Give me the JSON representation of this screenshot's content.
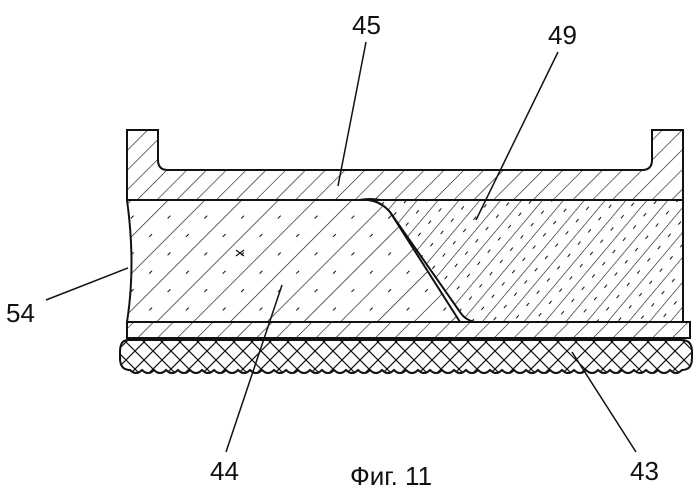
{
  "figure": {
    "caption": "Фиг. 11",
    "labels": {
      "l45": "45",
      "l49": "49",
      "l54": "54",
      "l44": "44",
      "l43": "43"
    }
  },
  "colors": {
    "ink": "#111111",
    "background": "#ffffff"
  }
}
